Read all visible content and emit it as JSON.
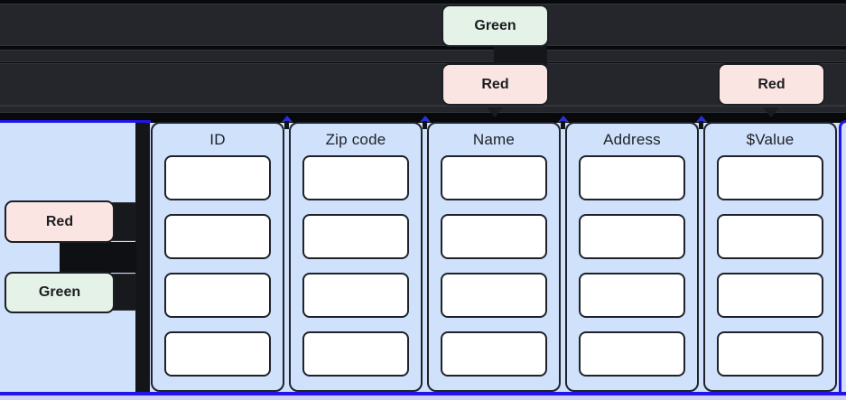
{
  "nodes": {
    "top_green": {
      "label": "Green"
    },
    "top_red_1": {
      "label": "Red"
    },
    "top_red_2": {
      "label": "Red"
    },
    "side_red": {
      "label": "Red"
    },
    "side_green": {
      "label": "Green"
    }
  },
  "table": {
    "columns": [
      {
        "header": "ID",
        "cells": [
          "",
          "",
          "",
          ""
        ]
      },
      {
        "header": "Zip code",
        "cells": [
          "",
          "",
          "",
          ""
        ]
      },
      {
        "header": "Name",
        "cells": [
          "",
          "",
          "",
          ""
        ]
      },
      {
        "header": "Address",
        "cells": [
          "",
          "",
          "",
          ""
        ]
      },
      {
        "header": "$Value",
        "cells": [
          "",
          "",
          "",
          ""
        ]
      }
    ]
  },
  "colors": {
    "background": "#08090b",
    "band": "#24262b",
    "badge_green": "#e4f2e7",
    "badge_red": "#fbe5e3",
    "panel_blue": "#cfe1fb",
    "accent_blue_border": "#2214e8",
    "dark_border": "#1f2329",
    "lavender_strip": "#ced1f5"
  }
}
